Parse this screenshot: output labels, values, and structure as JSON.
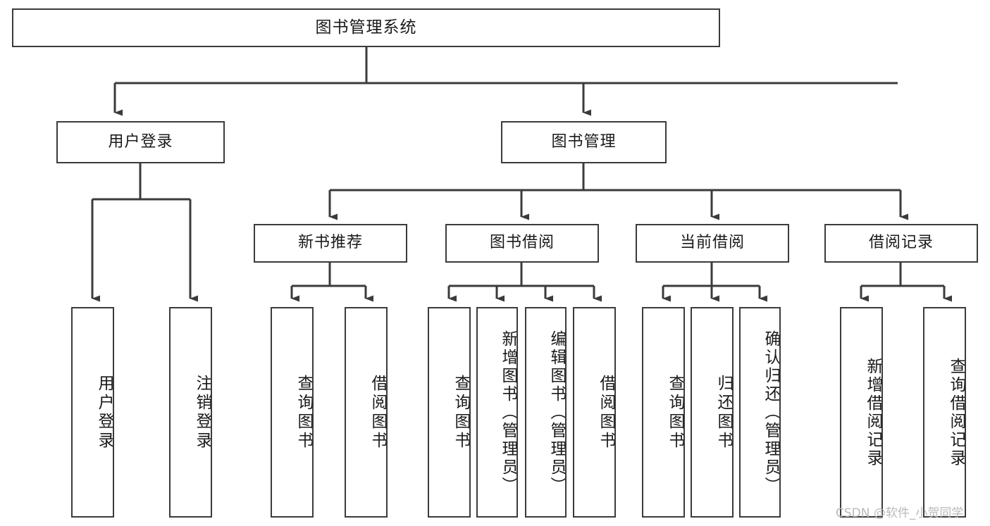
{
  "diagram": {
    "type": "tree-hierarchy",
    "title": "图书管理系统",
    "watermark": "CSDN @软件_小贺同学",
    "colors": {
      "border": "#3b3b3b",
      "background": "#ffffff",
      "text": "#1a1a1a",
      "watermark": "#b9b9b9"
    },
    "nodes": {
      "root": {
        "label": "图书管理系统",
        "level": 0
      },
      "l1": [
        {
          "id": "user-login",
          "label": "用户登录",
          "level": 1
        },
        {
          "id": "book-manage",
          "label": "图书管理",
          "level": 1
        }
      ],
      "l2": [
        {
          "id": "new-book-recommend",
          "label": "新书推荐",
          "level": 2
        },
        {
          "id": "book-borrow",
          "label": "图书借阅",
          "level": 2
        },
        {
          "id": "current-borrow",
          "label": "当前借阅",
          "level": 2
        },
        {
          "id": "borrow-record",
          "label": "借阅记录",
          "level": 2
        }
      ],
      "leaves": [
        {
          "id": "leaf-user-login",
          "label": "用户登录",
          "parent": "user-login"
        },
        {
          "id": "leaf-user-logout",
          "label": "注销登录",
          "parent": "user-login"
        },
        {
          "id": "leaf-query-book-1",
          "label": "查询图书",
          "parent": "new-book-recommend"
        },
        {
          "id": "leaf-borrow-book-1",
          "label": "借阅图书",
          "parent": "new-book-recommend"
        },
        {
          "id": "leaf-query-book-2",
          "label": "查询图书",
          "parent": "book-borrow"
        },
        {
          "id": "leaf-add-book",
          "label": "新增图书（管理员）",
          "parent": "book-borrow"
        },
        {
          "id": "leaf-edit-book",
          "label": "编辑图书（管理员）",
          "parent": "book-borrow"
        },
        {
          "id": "leaf-borrow-book-2",
          "label": "借阅图书",
          "parent": "book-borrow"
        },
        {
          "id": "leaf-query-book-3",
          "label": "查询图书",
          "parent": "current-borrow"
        },
        {
          "id": "leaf-return-book",
          "label": "归还图书",
          "parent": "current-borrow"
        },
        {
          "id": "leaf-confirm-return",
          "label": "确认归还（管理员）",
          "parent": "current-borrow"
        },
        {
          "id": "leaf-add-record",
          "label": "新增借阅记录",
          "parent": "borrow-record"
        },
        {
          "id": "leaf-query-record",
          "label": "查询借阅记录",
          "parent": "borrow-record"
        }
      ]
    }
  }
}
